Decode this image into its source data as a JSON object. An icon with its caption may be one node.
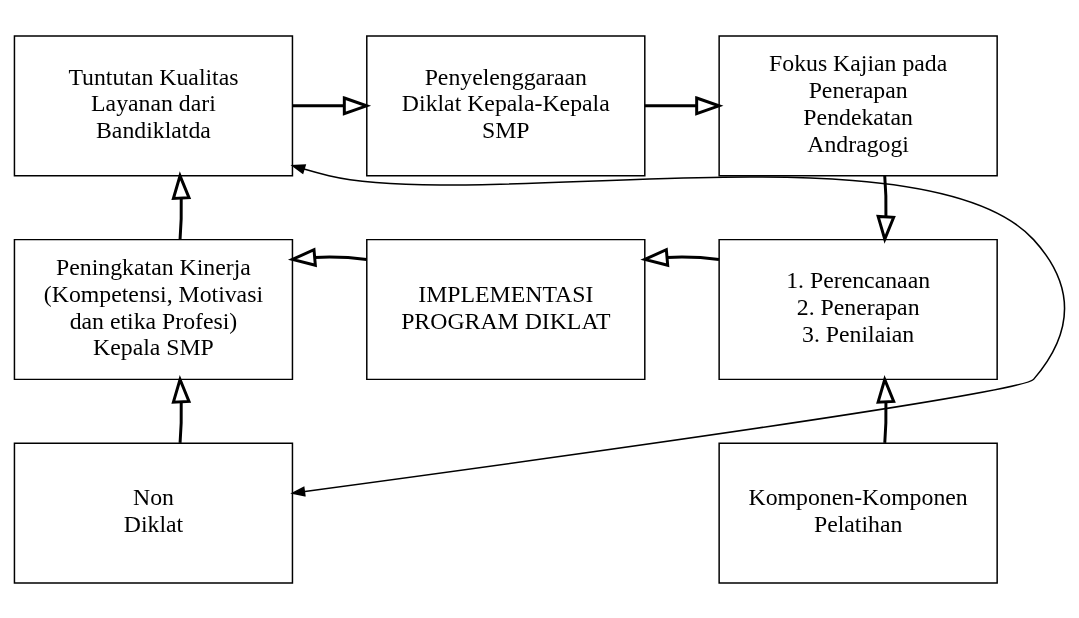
{
  "diagram": {
    "nodes": [
      {
        "text": [
          "Tuntutan Kualitas Layanan dari Bandiklatda"
        ]
      },
      {
        "text": [
          "Penyelenggaraan Diklat Kepala-Kepala SMP"
        ]
      },
      {
        "text": [
          "Fokus Kajian pada Penerapan Pendekatan Andragogi"
        ]
      },
      {
        "text": [
          "Peningkatan Kinerja (Kompetensi, Motivasi dan etika Profesi) Kepala SMP"
        ]
      },
      {
        "text": [
          "IMPLEMENTASI PROGRAM DIKLAT"
        ]
      },
      {
        "text": [
          "1. Perencanaan",
          "2. Penerapan",
          "3. Penilaian"
        ]
      },
      {
        "text": [
          "Non Diklat"
        ]
      },
      {
        "text": [
          "Komponen-Komponen Pelatihan"
        ]
      }
    ],
    "edges": [
      {
        "from": 0,
        "to": 1,
        "arrow": "to"
      },
      {
        "from": 1,
        "to": 2,
        "arrow": "to"
      },
      {
        "from": 2,
        "to": 5,
        "arrow": "to"
      },
      {
        "from": 5,
        "to": 4,
        "arrow": "to"
      },
      {
        "from": 4,
        "to": 3,
        "arrow": "to"
      },
      {
        "from": 3,
        "to": 0,
        "arrow": "to"
      },
      {
        "from": 6,
        "to": 3,
        "arrow": "to"
      },
      {
        "from": 7,
        "to": 5,
        "arrow": "to"
      },
      {
        "from": 6,
        "to": 0,
        "arrow": "both"
      }
    ]
  }
}
